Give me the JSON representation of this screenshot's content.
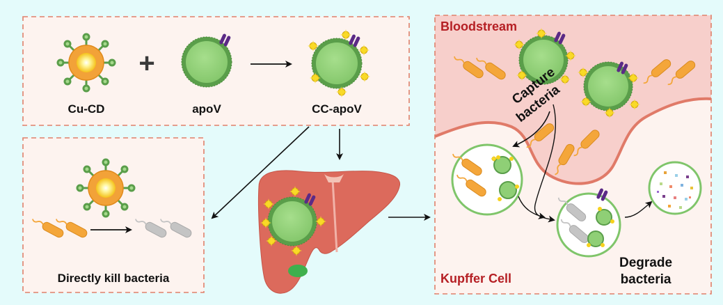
{
  "top_panel": {
    "cucd_label": "Cu-CD",
    "apov_label": "apoV",
    "ccapov_label": "CC-apoV",
    "plus_symbol": "+"
  },
  "kill_panel": {
    "caption": "Directly kill bacteria"
  },
  "right_panel": {
    "bloodstream_label": "Bloodstream",
    "capture_label_line1": "Capture",
    "capture_label_line2": "bacteria",
    "kupffer_label": "Kupffer Cell",
    "degrade_label_line1": "Degrade",
    "degrade_label_line2": "bacteria"
  },
  "colors": {
    "background": "#e4fbfb",
    "dashed_border": "#e0806a",
    "panel_fill": "#fdf3ef",
    "bloodstream_fill": "#f7cfcb",
    "vesicle_green": "#93d47a",
    "membrane_green": "#5a9e4a",
    "cucd_orange": "#f2a238",
    "bacteria_orange": "#f4a63a",
    "bacteria_dead": "#bdbdbd",
    "receptor_purple": "#5b2a86",
    "liver_red": "#dc6a5c",
    "red_text": "#b51f24"
  },
  "icons": [
    "cucd-nanoparticle-icon",
    "apov-vesicle-icon",
    "ccapov-vesicle-icon",
    "bacterium-icon",
    "liver-icon",
    "kupffer-cell-icon",
    "debris-icon"
  ]
}
